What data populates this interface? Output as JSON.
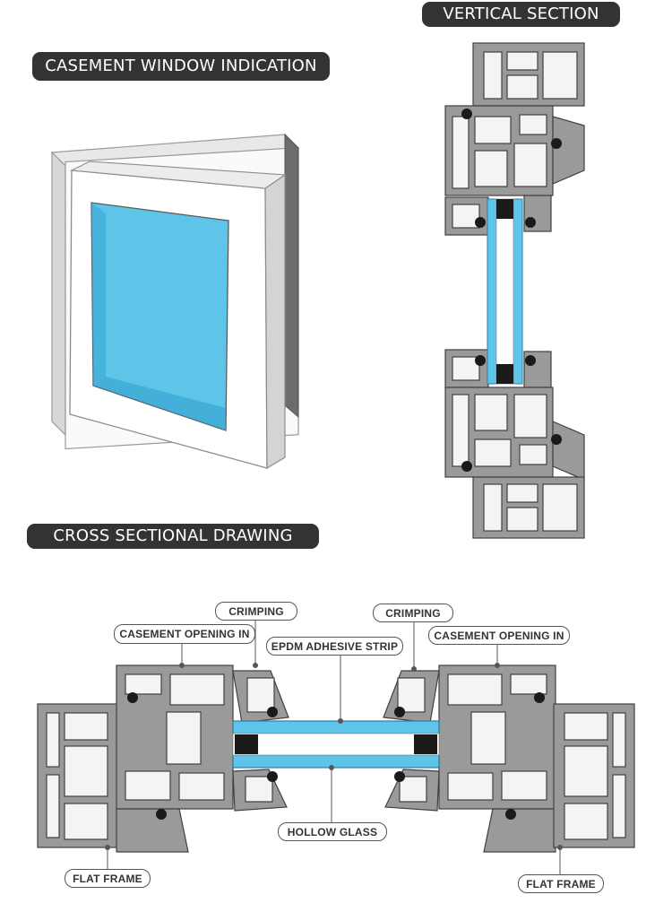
{
  "banners": {
    "casement": "CASEMENT WINDOW INDICATION",
    "vertical": "VERTICAL SECTION",
    "cross": "CROSS SECTIONAL DRAWING"
  },
  "callouts": {
    "crimping_left": "CRIMPING",
    "crimping_right": "CRIMPING",
    "casement_left": "CASEMENT OPENING IN",
    "casement_right": "CASEMENT OPENING IN",
    "epdm": "EPDM ADHESIVE STRIP",
    "hollow_glass": "HOLLOW GLASS",
    "flat_frame_left": "FLAT FRAME",
    "flat_frame_right": "FLAT FRAME"
  },
  "colors": {
    "banner": "#333333",
    "glass": "#5ec4e8",
    "profile_fill": "#9a9a9a",
    "profile_wall": "#f4f4f4",
    "gasket": "#1a1a1a"
  }
}
